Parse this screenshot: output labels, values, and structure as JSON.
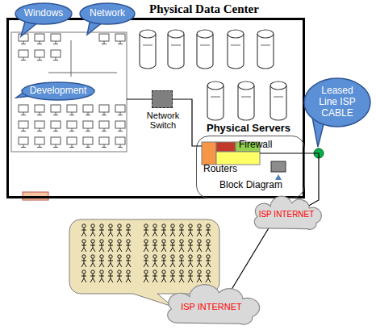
{
  "diagram": {
    "nodes": [
      {
        "text": [
          "Windows"
        ]
      },
      {
        "text": [
          "Network"
        ]
      },
      {
        "text": [
          "Physical Data Center"
        ]
      },
      {
        "text": [
          "Development"
        ],
        "in": 2
      },
      {
        "text": [
          "Network Switch"
        ],
        "in": 2
      },
      {
        "text": [
          "Block Diagram"
        ],
        "in": 2
      },
      {
        "text": [
          "Firewall",
          "Routers"
        ],
        "in": 5
      },
      {
        "text": [
          "Leased Line ISP CABLE"
        ]
      },
      {
        "text": [
          "ISP INTERNET"
        ]
      },
      {
        "text": [
          "ISP INTERNET"
        ]
      }
    ],
    "edges": [
      {
        "from": 4,
        "to": 6,
        "arrow": "none"
      },
      {
        "from": 6,
        "to": 8,
        "arrow": "none"
      },
      {
        "from": 8,
        "to": 9,
        "arrow": "none"
      }
    ],
    "labels": [
      "Physical Servers"
    ]
  }
}
